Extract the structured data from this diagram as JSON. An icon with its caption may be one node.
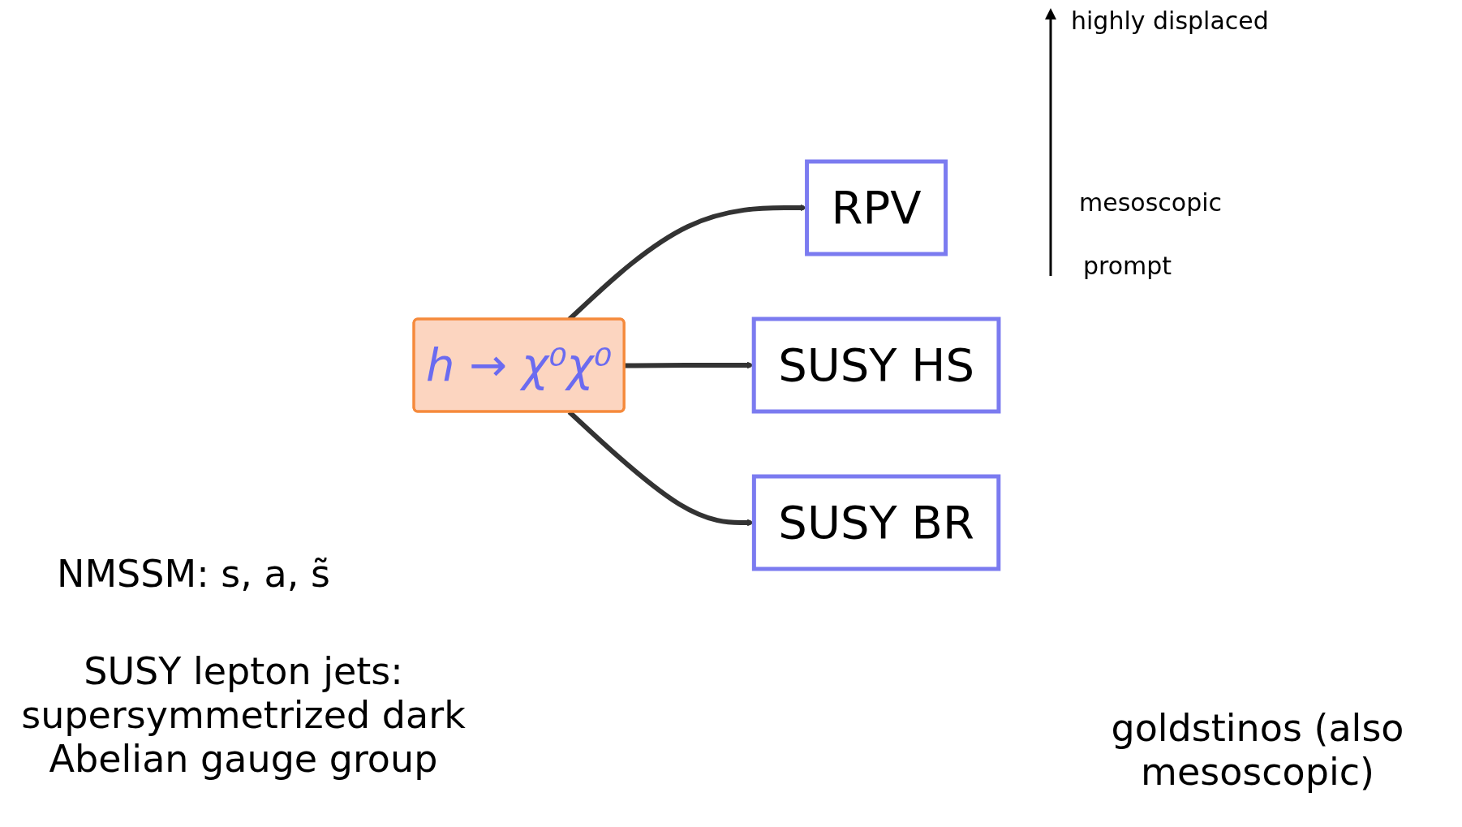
{
  "diagram": {
    "nodes": [
      {
        "text": [
          "RPV"
        ]
      },
      {
        "text": [
          "SUSY HS"
        ]
      },
      {
        "text": [
          "h → χ⁰χ⁰"
        ]
      },
      {
        "text": [
          "SUSY BR"
        ]
      }
    ],
    "edges": [
      {
        "from": 2,
        "to": 0,
        "arrow": "to"
      },
      {
        "from": 2,
        "to": 1,
        "arrow": "to"
      },
      {
        "from": 2,
        "to": 3,
        "arrow": "to"
      }
    ],
    "labels": [
      "highly displaced",
      "mesoscopic",
      "prompt",
      "NMSSM: s, a, s̃",
      "SUSY lepton jets: supersymmetrized dark Abelian gauge group",
      "goldstinos (also mesoscopic)"
    ]
  }
}
